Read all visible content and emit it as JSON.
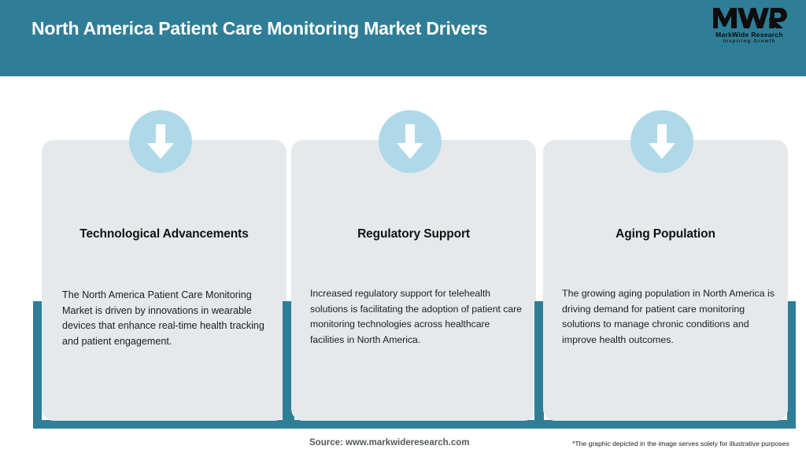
{
  "header": {
    "title": "North America Patient Care Monitoring Market Drivers",
    "background_color": "#2f7e98",
    "logo": {
      "mark_text": "MWR",
      "name": "MarkWide Research",
      "tagline": "Inspiring Growth"
    }
  },
  "cards": [
    {
      "icon": "down-arrow-icon",
      "title": "Technological Advancements",
      "body": "The North America Patient Care Monitoring Market is driven by innovations in wearable devices that enhance real-time health tracking and patient engagement."
    },
    {
      "icon": "down-arrow-icon",
      "title": "Regulatory Support",
      "body": "Increased regulatory support for telehealth solutions is facilitating the adoption of patient care monitoring technologies across healthcare facilities in North America."
    },
    {
      "icon": "down-arrow-icon",
      "title": "Aging Population",
      "body": "The growing aging population in North America is driving demand for patient care monitoring solutions to manage chronic conditions and improve health outcomes."
    }
  ],
  "footer": {
    "source": "Source: www.markwideresearch.com",
    "disclaimer": "*The graphic depicted in the image serves solely for illustrative purposes"
  },
  "colors": {
    "teal": "#2f7e98",
    "card_bg": "#e6e9eb",
    "icon_circle": "#afd9e8",
    "page_bg": "#ffffff"
  }
}
